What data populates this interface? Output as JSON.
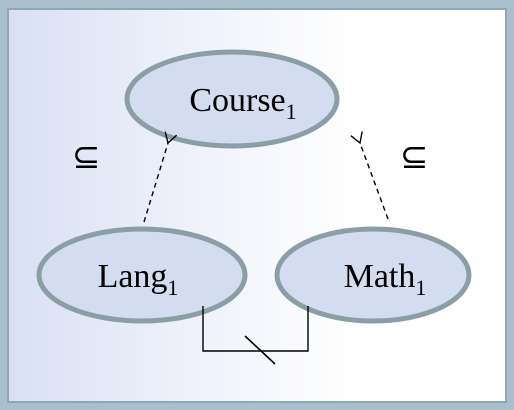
{
  "diagram": {
    "nodes": {
      "course": {
        "label": "Course",
        "subscript": "1"
      },
      "lang": {
        "label": "Lang",
        "subscript": "1"
      },
      "math": {
        "label": "Math",
        "subscript": "1"
      }
    },
    "edges": {
      "lang_to_course": {
        "relation_symbol": "⊆",
        "style": "dashed-arrow"
      },
      "math_to_course": {
        "relation_symbol": "⊆",
        "style": "dashed-arrow"
      },
      "lang_math_disjoint": {
        "style": "slashed-bracket"
      }
    },
    "colors": {
      "node_fill": "#d4dcef",
      "node_stroke": "#8b9ea6",
      "line": "#000000"
    }
  }
}
